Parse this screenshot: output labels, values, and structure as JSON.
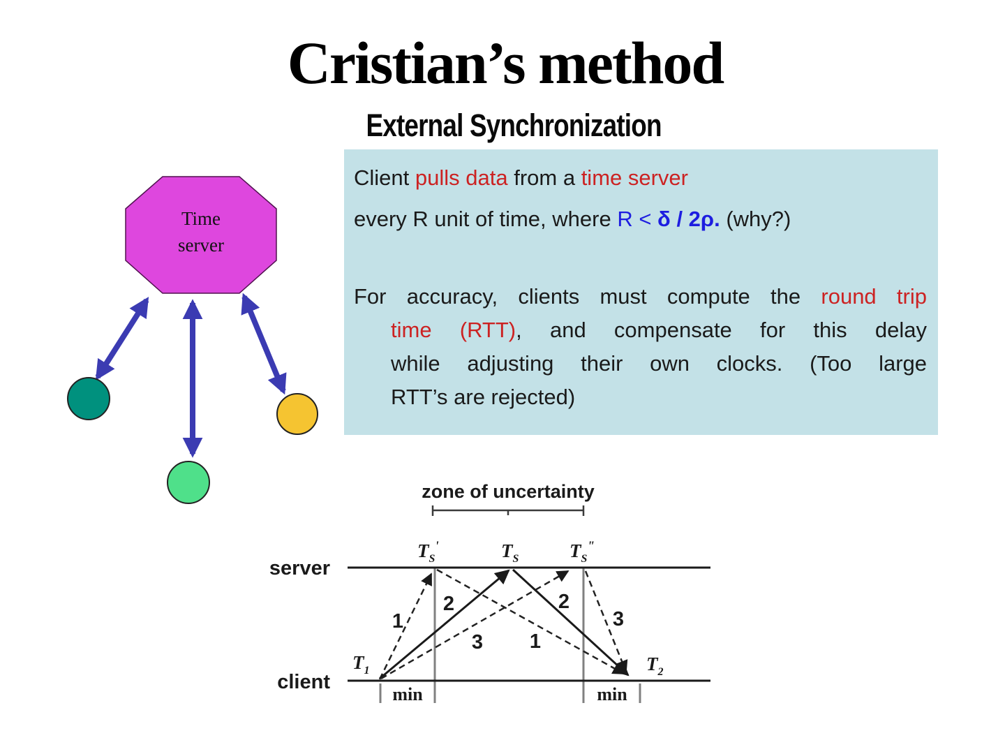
{
  "slide": {
    "title": "Cristian’s method",
    "subtitle": "External Synchronization"
  },
  "info_box": {
    "line1_s1": "Client ",
    "line1_s2": "pulls data",
    "line1_s3": " from a ",
    "line1_s4": "time server",
    "line2_s1": "every R unit of time, where ",
    "line2_s2": "R < ",
    "line2_s3": "δ / 2ρ",
    "line2_s4": ".",
    "line2_s5": " (why?)",
    "para_l1_s1": "For accuracy, clients must compute the ",
    "para_l1_s2": "round trip",
    "para_l2_s1": "time (RTT)",
    "para_l2_s2": ", and compensate for this delay",
    "para_l3": "while adjusting their own clocks.  (Too large",
    "para_l4": "RTT’s are rejected)"
  },
  "server_diagram": {
    "octagon_line1": "Time",
    "octagon_line2": "server"
  },
  "timing_diagram": {
    "zone_label": "zone of uncertainty",
    "server_label": "server",
    "client_label": "client",
    "min_left": "min",
    "min_right": "min",
    "ts_prime_base": "T",
    "ts_prime_sub": "S",
    "ts_prime_mark": "'",
    "ts_base": "T",
    "ts_sub": "S",
    "ts_dprime_base": "T",
    "ts_dprime_sub": "S",
    "ts_dprime_mark": "\"",
    "t1_base": "T",
    "t1_sub": "1",
    "t2_base": "T",
    "t2_sub": "2",
    "req1": "1",
    "req2": "2",
    "req3": "3",
    "rep1": "1",
    "rep2": "2",
    "rep3": "3"
  },
  "colors": {
    "info_box_bg": "#c3e1e7",
    "accent_red": "#cc2222",
    "accent_blue": "#1d1de0",
    "octagon_fill": "#de47de",
    "arrow_blue": "#3b3bb2",
    "node_teal": "#00917e",
    "node_yellow": "#f5c431",
    "node_green": "#4fe08a"
  }
}
